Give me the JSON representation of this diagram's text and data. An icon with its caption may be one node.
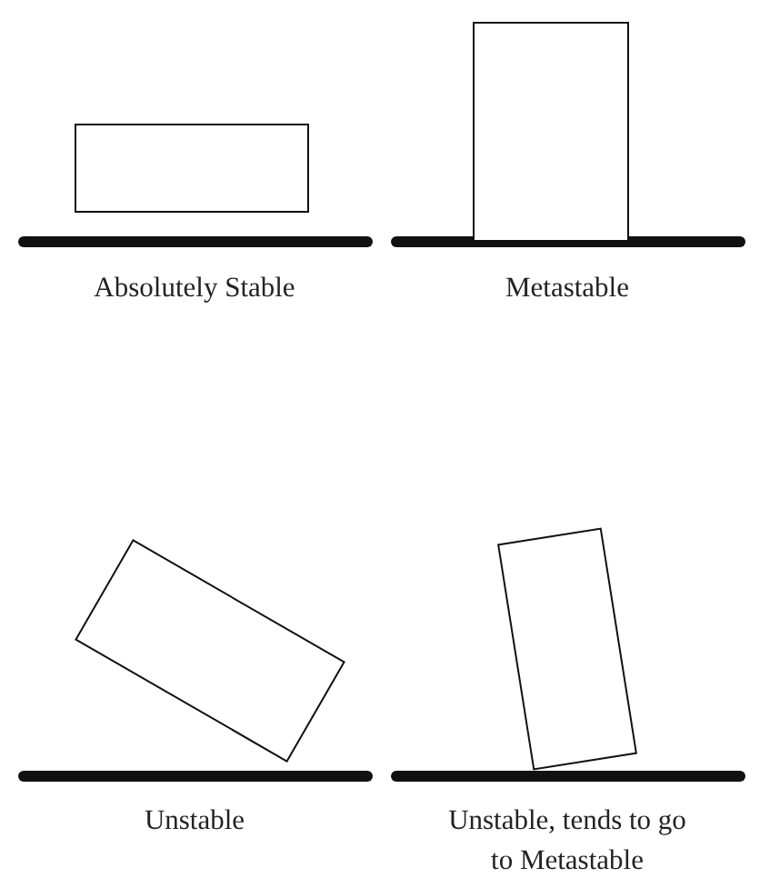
{
  "diagram": {
    "nodes": [
      {
        "text": [],
        "shape": "box",
        "beside": [
          "Absolutely Stable"
        ]
      },
      {
        "text": [],
        "shape": "box",
        "beside": [
          "Metastable"
        ]
      },
      {
        "text": [],
        "shape": "box",
        "beside": [
          "Unstable"
        ]
      },
      {
        "text": [],
        "shape": "box",
        "beside": [
          "Unstable, tends to go to Metastable"
        ]
      }
    ]
  }
}
